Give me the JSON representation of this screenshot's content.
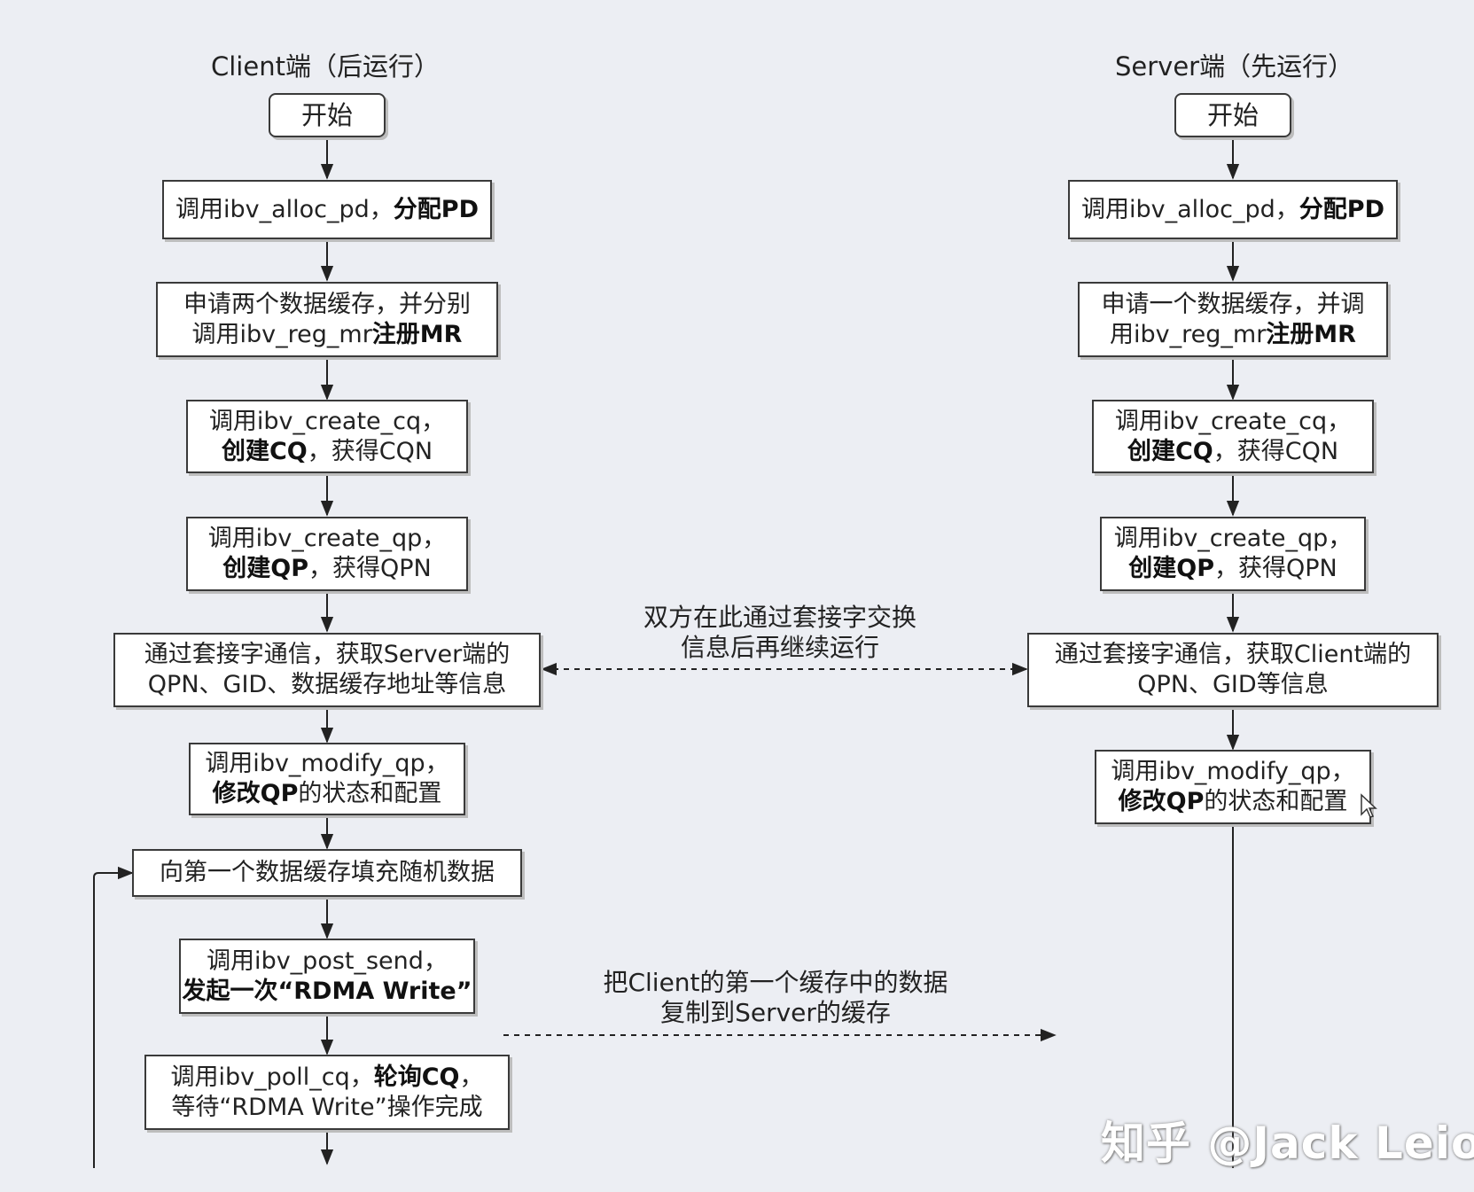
{
  "client": {
    "title": "Client端（后运行）",
    "start": "开始",
    "steps": [
      {
        "a": "调用ibv_alloc_pd，",
        "b": "分配PD"
      },
      {
        "line1": "申请两个数据缓存，并分别",
        "line2a": "调用ibv_reg_mr",
        "line2b": "注册MR"
      },
      {
        "line1": "调用ibv_create_cq，",
        "line2b": "创建CQ",
        "line2a": "，获得CQN"
      },
      {
        "line1": "调用ibv_create_qp，",
        "line2b": "创建QP",
        "line2a": "，获得QPN"
      },
      {
        "line1": "通过套接字通信，获取Server端的",
        "line2": "QPN、GID、数据缓存地址等信息"
      },
      {
        "line1": "调用ibv_modify_qp，",
        "line2b": "修改QP",
        "line2a": "的状态和配置"
      },
      {
        "line1": "向第一个数据缓存填充随机数据"
      },
      {
        "line1": "调用ibv_post_send，",
        "line2b": "发起一次“RDMA Write”"
      },
      {
        "line1a": "调用ibv_poll_cq，",
        "line1b": "轮询CQ",
        "line1c": "，",
        "line2": "等待“RDMA Write”操作完成"
      }
    ]
  },
  "server": {
    "title": "Server端（先运行）",
    "start": "开始",
    "steps": [
      {
        "a": "调用ibv_alloc_pd，",
        "b": "分配PD"
      },
      {
        "line1": "申请一个数据缓存，并调",
        "line2a": "用ibv_reg_mr",
        "line2b": "注册MR"
      },
      {
        "line1": "调用ibv_create_cq，",
        "line2b": "创建CQ",
        "line2a": "，获得CQN"
      },
      {
        "line1": "调用ibv_create_qp，",
        "line2b": "创建QP",
        "line2a": "，获得QPN"
      },
      {
        "line1": "通过套接字通信，获取Client端的",
        "line2": "QPN、GID等信息"
      },
      {
        "line1": "调用ibv_modify_qp，",
        "line2b": "修改QP",
        "line2a": "的状态和配置"
      }
    ]
  },
  "notes": {
    "exchange_line1": "双方在此通过套接字交换",
    "exchange_line2": "信息后再继续运行",
    "copy_line1": "把Client的第一个缓存中的数据",
    "copy_line2": "复制到Server的缓存"
  },
  "watermark": "知乎 @Jack Leio",
  "colors": {
    "background": "#eceef3",
    "box_border": "#3a3a3a",
    "line": "#222222"
  }
}
